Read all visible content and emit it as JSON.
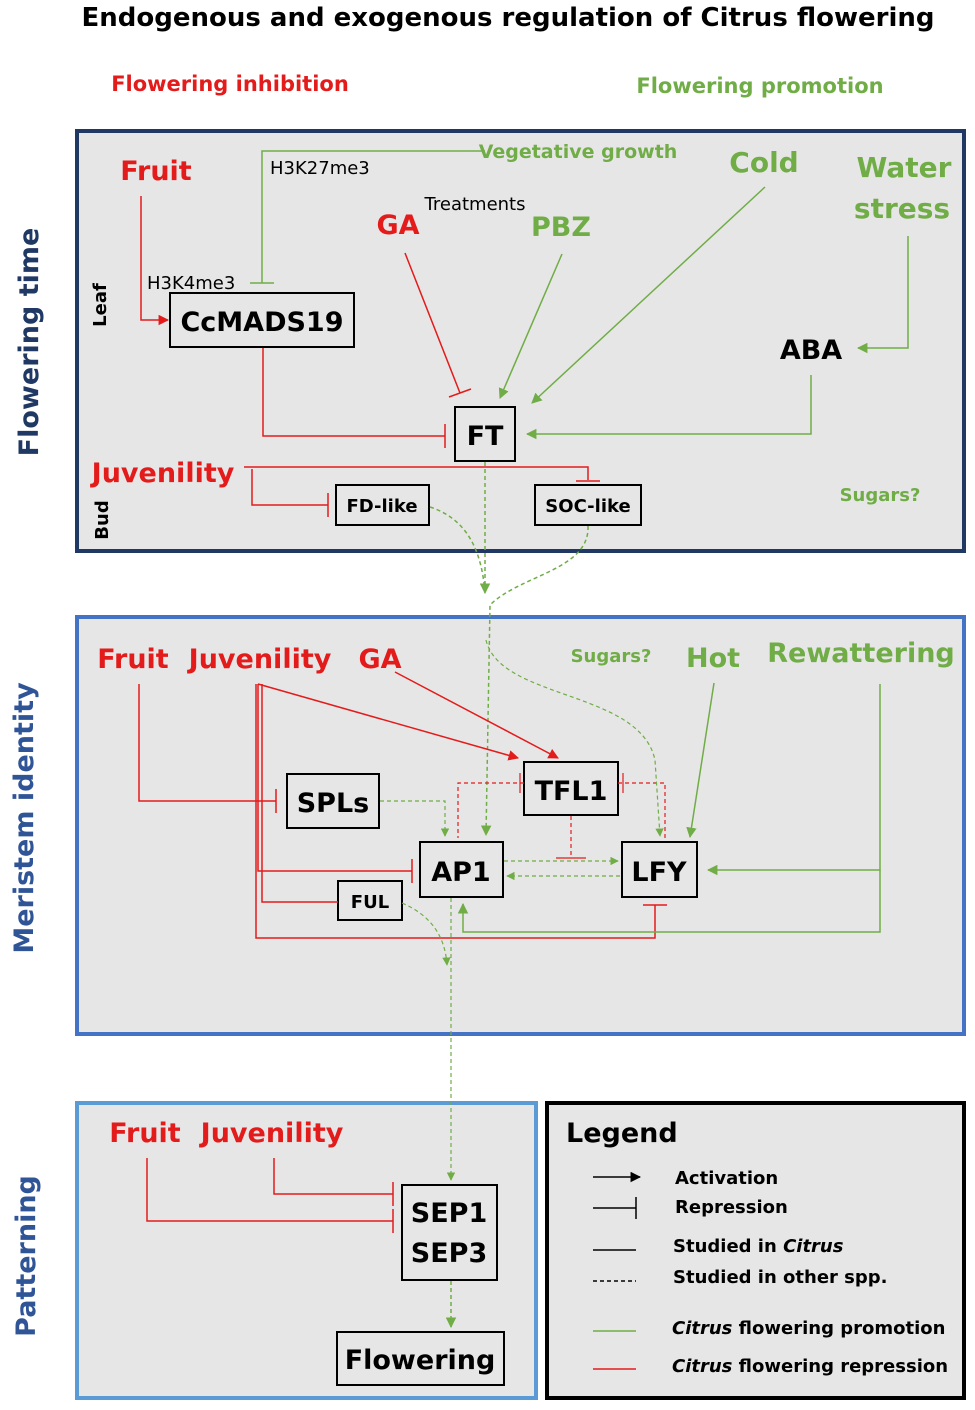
{
  "title": "Endogenous and exogenous regulation of Citrus flowering",
  "headers": {
    "inhibition": "Flowering inhibition",
    "promotion": "Flowering promotion"
  },
  "sections": {
    "flowering_time": "Flowering time",
    "meristem_identity": "Meristem identity",
    "patterning": "Patterning"
  },
  "panel1": {
    "leaf_label": "Leaf",
    "bud_label": "Bud",
    "fruit": "Fruit",
    "h3k27": "H3K27me3",
    "vegetative": "Vegetative growth",
    "treatments": "Treatments",
    "ga": "GA",
    "pbz": "PBZ",
    "cold": "Cold",
    "water1": "Water",
    "water2": "stress",
    "h3k4": "H3K4me3",
    "ccmads": "CcMADS19",
    "aba": "ABA",
    "ft": "FT",
    "juvenility": "Juvenility",
    "fdlike": "FD-like",
    "soclike": "SOC-like",
    "sugars": "Sugars?"
  },
  "panel2": {
    "fruit": "Fruit",
    "juvenility": "Juvenility",
    "ga": "GA",
    "sugars": "Sugars?",
    "hot": "Hot",
    "rewatering": "Rewattering",
    "tfl1": "TFL1",
    "spls": "SPLs",
    "ap1": "AP1",
    "lfy": "LFY",
    "ful": "FUL"
  },
  "panel3": {
    "fruit": "Fruit",
    "juvenility": "Juvenility",
    "sep1": "SEP1",
    "sep3": "SEP3",
    "flowering": "Flowering"
  },
  "legend": {
    "title": "Legend",
    "activation": "Activation",
    "repression": "Repression",
    "studied_prefix": "Studied in ",
    "studied_italic": "Citrus",
    "other": "Studied in other spp.",
    "promo_italic": "Citrus",
    "promo_rest": " flowering promotion",
    "repr_italic": "Citrus",
    "repr_rest": " flowering repression"
  },
  "colors": {
    "red": "#e31b1b",
    "green": "#70ad47",
    "panel_bg": "#e7e6e6",
    "dark_blue": "#1f3864",
    "mid_blue": "#4472c4",
    "light_blue": "#5b9bd5"
  }
}
